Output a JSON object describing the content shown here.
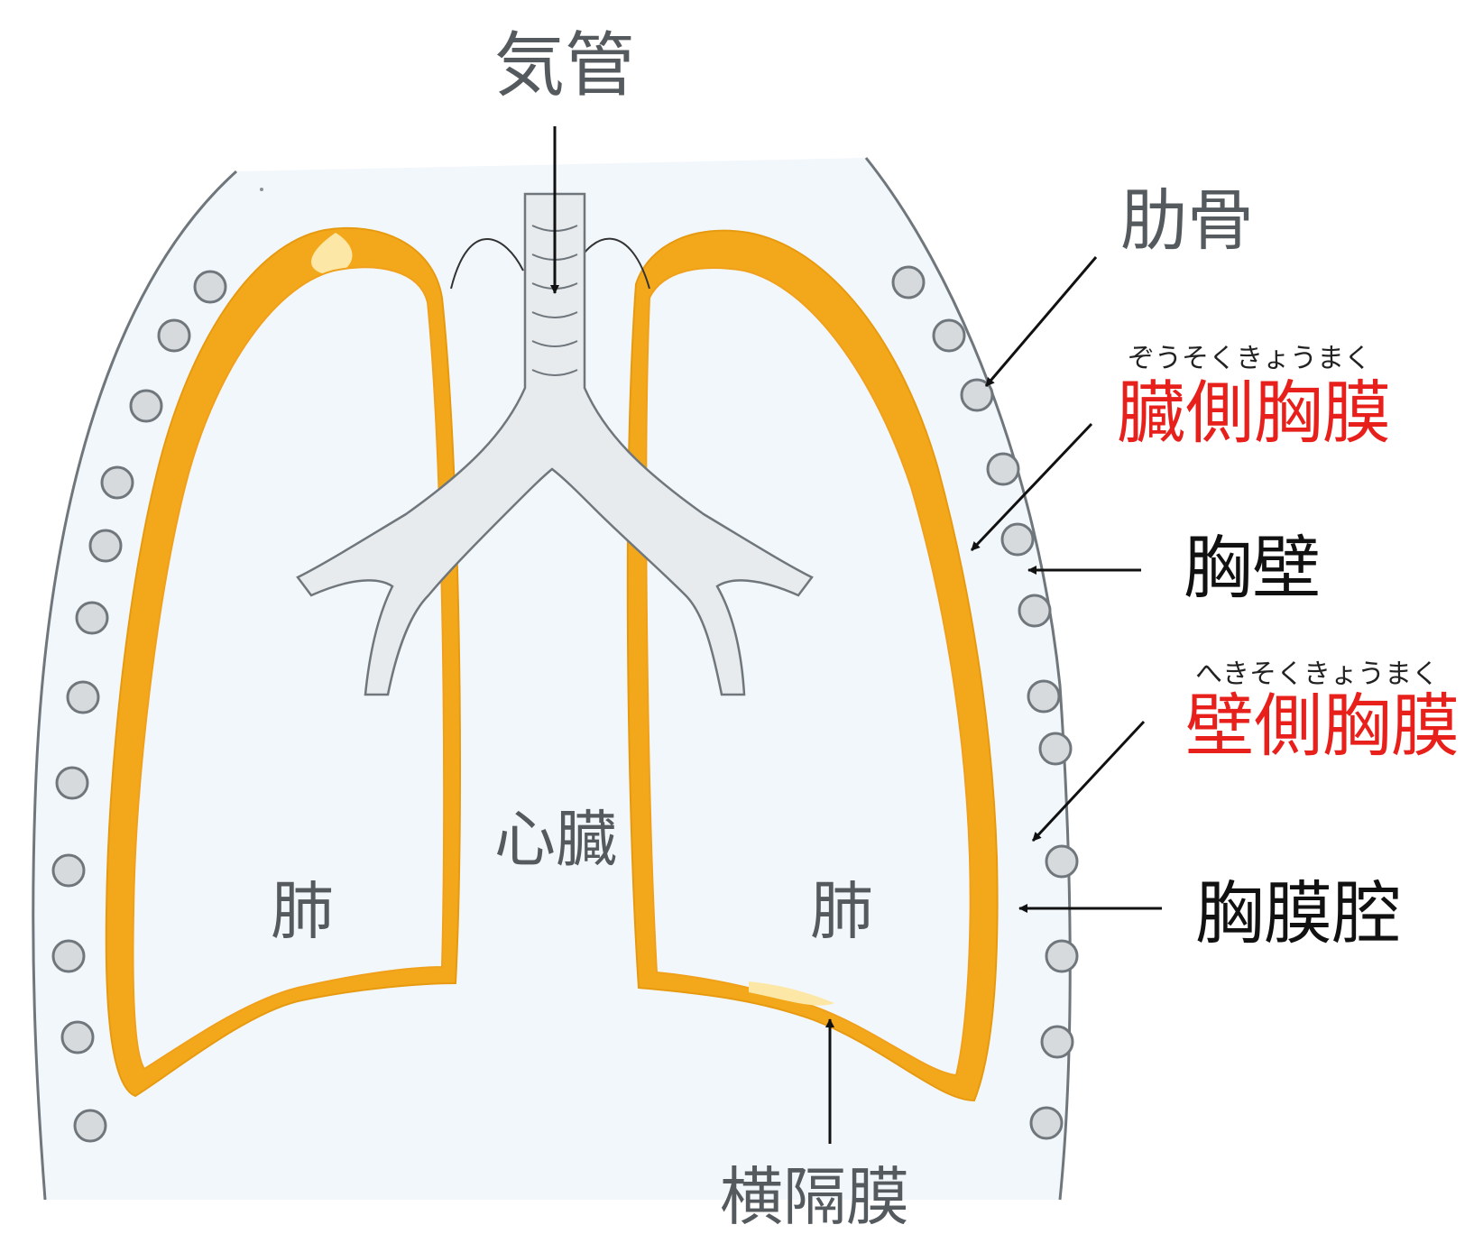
{
  "labels": {
    "trachea": "気管",
    "rib": "肋骨",
    "visceral_pleura_ruby": "ぞうそくきょうまく",
    "visceral_pleura": "臓側胸膜",
    "chest_wall": "胸壁",
    "parietal_pleura_ruby": "へきそくきょうまく",
    "parietal_pleura": "壁側胸膜",
    "pleural_cavity": "胸膜腔",
    "heart": "心臓",
    "lung_left": "肺",
    "lung_right": "肺",
    "diaphragm": "横隔膜"
  },
  "colors": {
    "background": "#ffffff",
    "thorax_fill": "#f2f7fb",
    "pleura": "#f3a81c",
    "pleura_light": "#fde7a6",
    "trachea_fill": "#e8ebee",
    "outline": "#6f777d",
    "rib_fill": "#d7dadc",
    "highlight_red": "#e8201c"
  }
}
